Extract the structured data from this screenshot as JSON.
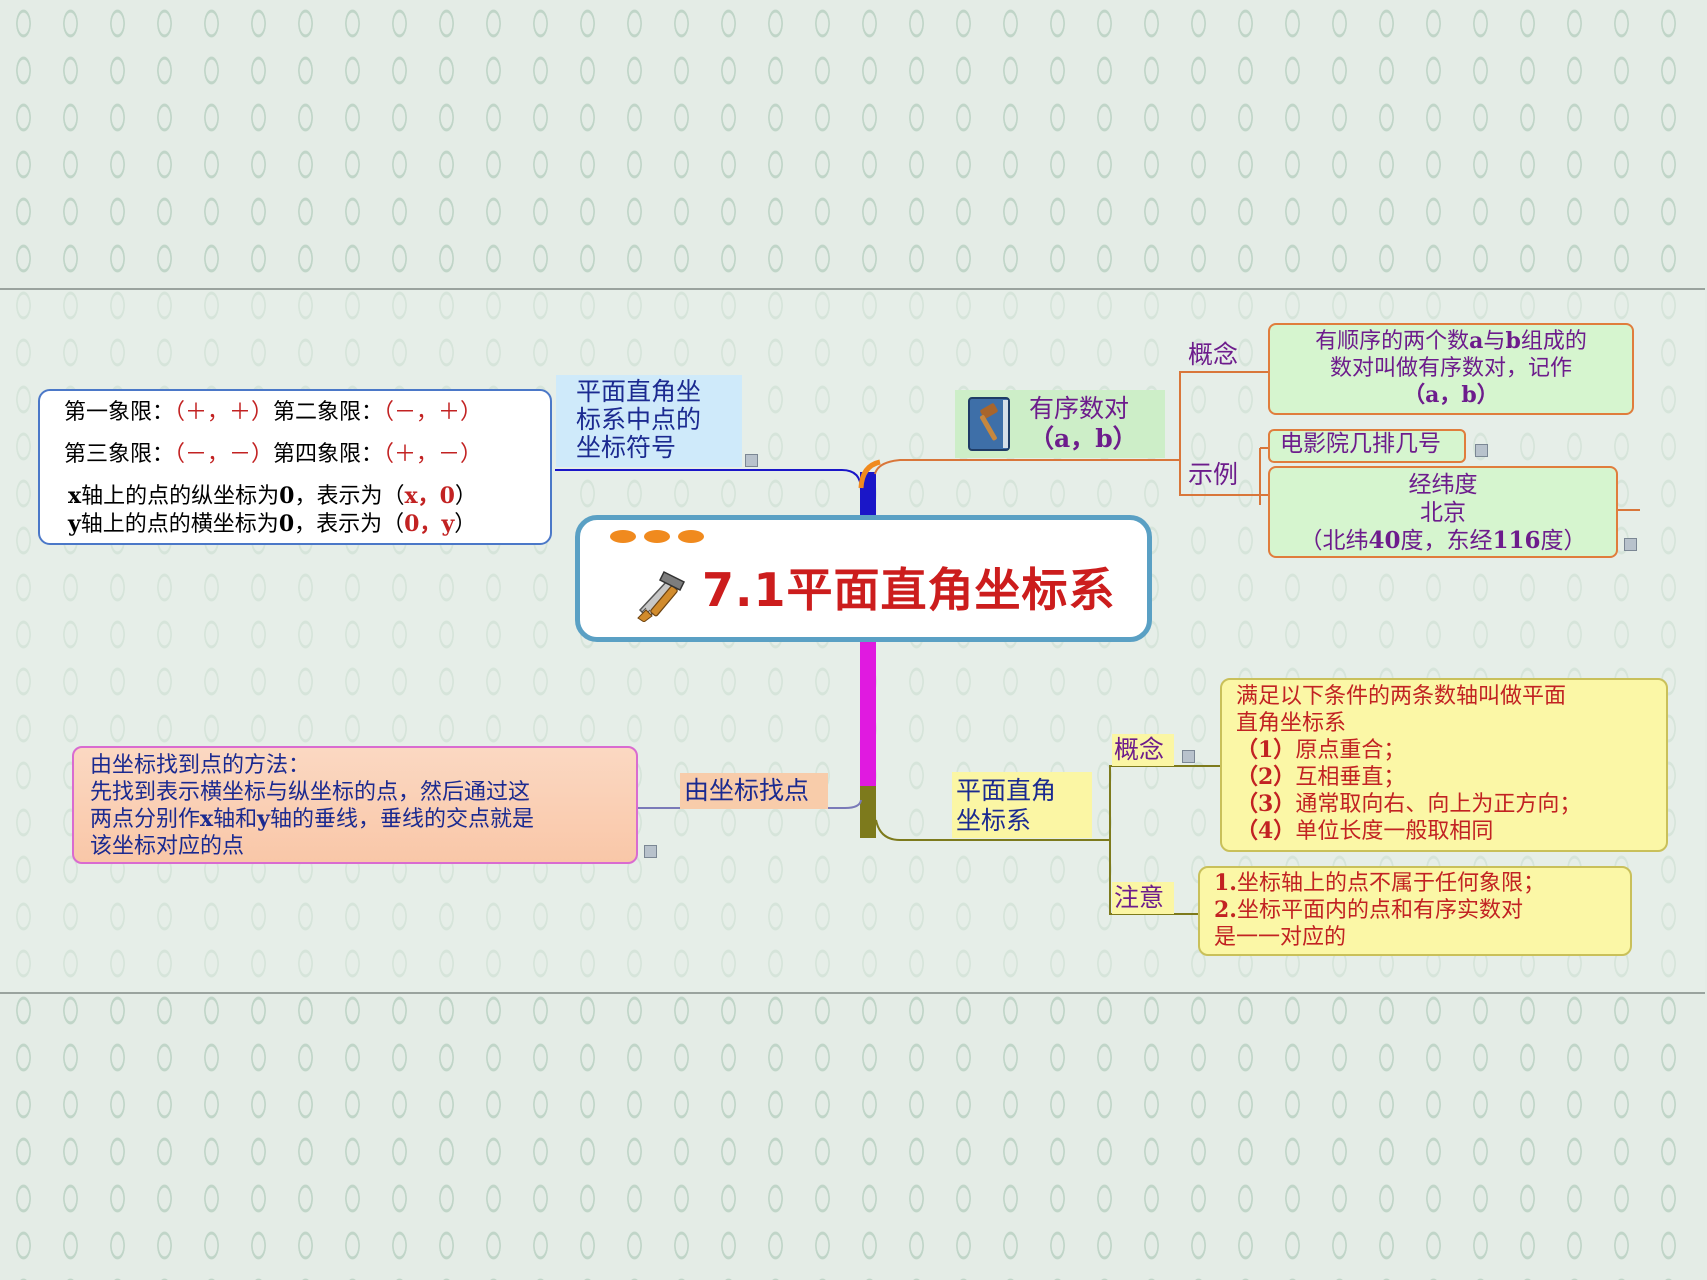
{
  "central": {
    "title": "7.1平面直角坐标系"
  },
  "top_left": {
    "branch_label": [
      "平面直角坐",
      "标系中点的",
      "坐标符号"
    ],
    "quad_row1": {
      "a": "第一象限：",
      "b": "（＋，＋）",
      "c": "第二象限：",
      "d": "（－，＋）"
    },
    "quad_row2": {
      "a": "第三象限：",
      "b": "（－，－）",
      "c": "第四象限：",
      "d": "（＋，－）"
    },
    "axis_x": {
      "a": "x",
      "b": "轴上的点的纵坐标为",
      "c": "0",
      "d": "，表示为（",
      "e": "x，0",
      "f": "）"
    },
    "axis_y": {
      "a": "y",
      "b": "轴上的点的横坐标为",
      "c": "0",
      "d": "，表示为（",
      "e": "0，y",
      "f": "）"
    }
  },
  "top_right": {
    "branch_label": [
      "有序数对",
      "（a，b）"
    ],
    "concept_label": "概念",
    "concept_text": {
      "l1a": "有顺序的两个数",
      "l1b": "a",
      "l1c": "与",
      "l1d": "b",
      "l1e": "组成的",
      "l2": "数对叫做有序数对，记作",
      "l3": "（a，b）"
    },
    "example_label": "示例",
    "example1": "电影院几排几号",
    "example2": {
      "l1": "经纬度",
      "l2": "北京",
      "l3a": "（北纬",
      "l3b": "40",
      "l3c": "度，东经",
      "l3d": "116",
      "l3e": "度）"
    }
  },
  "bottom_left": {
    "branch_label": "由坐标找点",
    "text": {
      "l1": "由坐标找到点的方法：",
      "l2": "先找到表示横坐标与纵坐标的点，然后通过这",
      "l3a": "两点分别作",
      "l3b": "x",
      "l3c": "轴和",
      "l3d": "y",
      "l3e": "轴的垂线，垂线的交点就是",
      "l4": "该坐标对应的点"
    }
  },
  "bottom_right": {
    "branch_label": [
      "平面直角",
      "坐标系"
    ],
    "concept_label": "概念",
    "concept_lines": [
      "满足以下条件的两条数轴叫做平面",
      "直角坐标系"
    ],
    "conditions": [
      {
        "num": "（1）",
        "text": "原点重合；"
      },
      {
        "num": "（2）",
        "text": "互相垂直；"
      },
      {
        "num": "（3）",
        "text": "通常取向右、向上为正方向；"
      },
      {
        "num": "（4）",
        "text": "单位长度一般取相同"
      }
    ],
    "note_label": "注意",
    "notes": [
      {
        "num": "1.",
        "text": "坐标轴上的点不属于任何象限；"
      },
      {
        "num": "2.",
        "text": "坐标平面内的点和有序实数对"
      },
      {
        "num": "",
        "text": "是一一对应的"
      }
    ]
  },
  "colors": {
    "accent_blue": "#1a16c8",
    "accent_magenta": "#e01ae0",
    "accent_olive": "#7d7a1c",
    "accent_orange": "#f08a1e",
    "title_red": "#cc1d1d",
    "text_purple": "#6d1c8c",
    "text_navy": "#1b2a90"
  }
}
